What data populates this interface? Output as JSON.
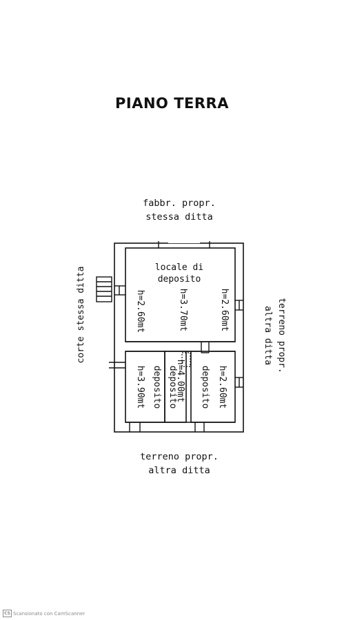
{
  "title": "PIANO TERRA",
  "labels": {
    "north_line1": "fabbr. propr.",
    "north_line2": "stessa ditta",
    "south_line1": "terreno propr.",
    "south_line2": "altra ditta",
    "west": "corte stessa ditta",
    "east_line1": "terreno propr.",
    "east_line2": "altra ditta"
  },
  "rooms": {
    "main": {
      "name_line1": "locale di",
      "name_line2": "deposito",
      "heights": [
        "h=2.60mt",
        "h=3.70mt",
        "h=2.60mt"
      ]
    },
    "left": {
      "name": "deposito",
      "height": "h=3.90mt"
    },
    "center": {
      "name": "deposito",
      "height": "h=4.00mt"
    },
    "right": {
      "name": "deposito",
      "height": "h=2.60mt"
    }
  },
  "footer": {
    "icon": "CS",
    "text": "Scansionato con CamScanner"
  }
}
